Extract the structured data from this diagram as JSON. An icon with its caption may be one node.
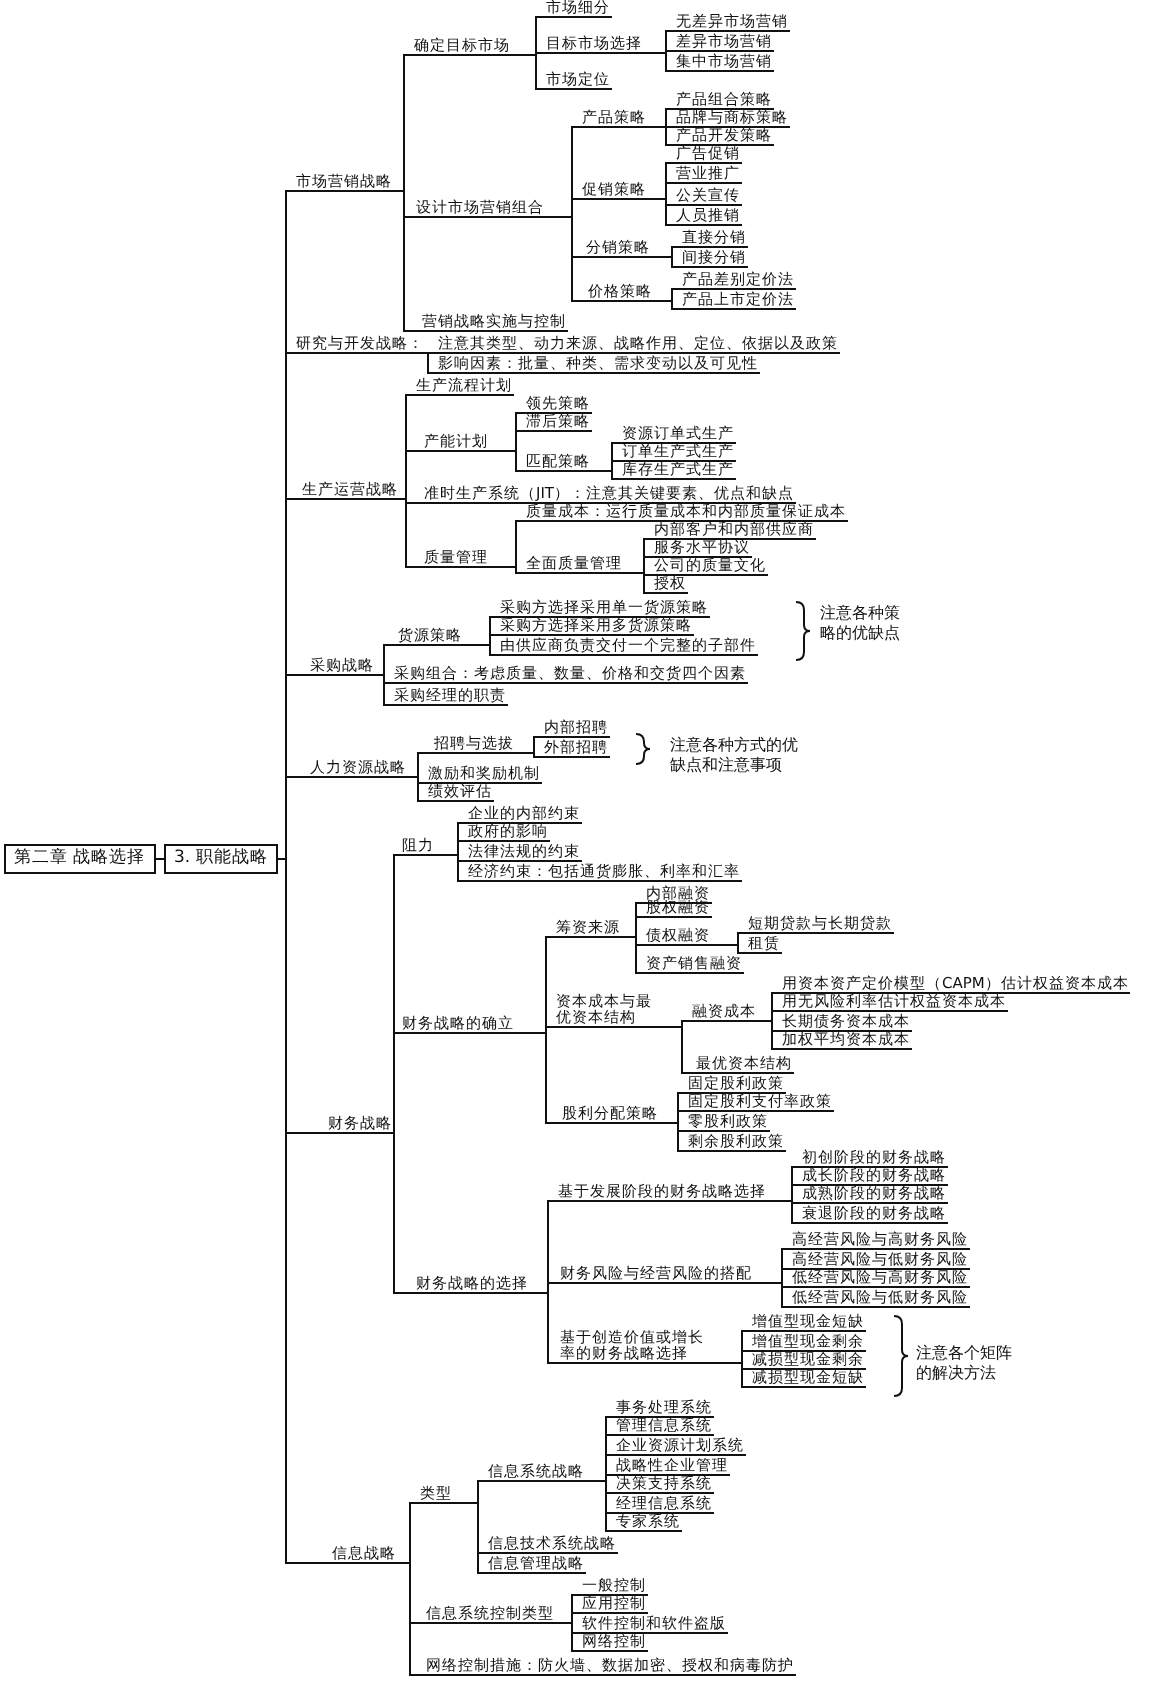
{
  "diagram": {
    "nodes": [
      {
        "text": [
          "第二章 战略选择"
        ]
      },
      {
        "text": [
          "3. 职能战略"
        ]
      },
      {
        "text": [
          "市场营销战略"
        ]
      },
      {
        "text": [
          "确定目标市场"
        ]
      },
      {
        "text": [
          "市场细分"
        ]
      },
      {
        "text": [
          "目标市场选择"
        ]
      },
      {
        "text": [
          "无差异市场营销"
        ]
      },
      {
        "text": [
          "差异市场营销"
        ]
      },
      {
        "text": [
          "集中市场营销"
        ]
      },
      {
        "text": [
          "市场定位"
        ]
      },
      {
        "text": [
          "设计市场营销组合"
        ]
      },
      {
        "text": [
          "产品策略"
        ]
      },
      {
        "text": [
          "产品组合策略"
        ]
      },
      {
        "text": [
          "品牌与商标策略"
        ]
      },
      {
        "text": [
          "产品开发策略"
        ]
      },
      {
        "text": [
          "促销策略"
        ]
      },
      {
        "text": [
          "广告促销"
        ]
      },
      {
        "text": [
          "营业推广"
        ]
      },
      {
        "text": [
          "公关宣传"
        ]
      },
      {
        "text": [
          "人员推销"
        ]
      },
      {
        "text": [
          "分销策略"
        ]
      },
      {
        "text": [
          "直接分销"
        ]
      },
      {
        "text": [
          "间接分销"
        ]
      },
      {
        "text": [
          "价格策略"
        ]
      },
      {
        "text": [
          "产品差别定价法"
        ]
      },
      {
        "text": [
          "产品上市定价法"
        ]
      },
      {
        "text": [
          "营销战略实施与控制"
        ]
      },
      {
        "text": [
          "研究与开发战略："
        ]
      },
      {
        "text": [
          "注意其类型、动力来源、战略作用、定位、依据以及政策"
        ]
      },
      {
        "text": [
          "影响因素：批量、种类、需求变动以及可见性"
        ]
      },
      {
        "text": [
          "生产运营战略"
        ]
      },
      {
        "text": [
          "生产流程计划"
        ]
      },
      {
        "text": [
          "产能计划"
        ]
      },
      {
        "text": [
          "领先策略"
        ]
      },
      {
        "text": [
          "滞后策略"
        ]
      },
      {
        "text": [
          "匹配策略"
        ]
      },
      {
        "text": [
          "资源订单式生产"
        ]
      },
      {
        "text": [
          "订单生产式生产"
        ]
      },
      {
        "text": [
          "库存生产式生产"
        ]
      },
      {
        "text": [
          "准时生产系统（JIT）：注意其关键要素、优点和缺点"
        ]
      },
      {
        "text": [
          "质量管理"
        ]
      },
      {
        "text": [
          "质量成本：运行质量成本和内部质量保证成本"
        ]
      },
      {
        "text": [
          "全面质量管理"
        ]
      },
      {
        "text": [
          "内部客户和内部供应商"
        ]
      },
      {
        "text": [
          "服务水平协议"
        ]
      },
      {
        "text": [
          "公司的质量文化"
        ]
      },
      {
        "text": [
          "授权"
        ]
      },
      {
        "text": [
          "采购战略"
        ]
      },
      {
        "text": [
          "货源策略"
        ]
      },
      {
        "text": [
          "采购方选择采用单一货源策略"
        ]
      },
      {
        "text": [
          "采购方选择采用多货源策略"
        ]
      },
      {
        "text": [
          "由供应商负责交付一个完整的子部件"
        ]
      },
      {
        "text": [
          "采购组合：考虑质量、数量、价格和交货四个因素"
        ]
      },
      {
        "text": [
          "采购经理的职责"
        ]
      },
      {
        "text": [
          "人力资源战略"
        ]
      },
      {
        "text": [
          "招聘与选拔"
        ]
      },
      {
        "text": [
          "内部招聘"
        ]
      },
      {
        "text": [
          "外部招聘"
        ]
      },
      {
        "text": [
          "激励和奖励机制"
        ]
      },
      {
        "text": [
          "绩效评估"
        ]
      },
      {
        "text": [
          "财务战略"
        ]
      },
      {
        "text": [
          "阻力"
        ]
      },
      {
        "text": [
          "企业的内部约束"
        ]
      },
      {
        "text": [
          "政府的影响"
        ]
      },
      {
        "text": [
          "法律法规的约束"
        ]
      },
      {
        "text": [
          "经济约束：包括通货膨胀、利率和汇率"
        ]
      },
      {
        "text": [
          "财务战略的确立"
        ]
      },
      {
        "text": [
          "筹资来源"
        ]
      },
      {
        "text": [
          "内部融资"
        ]
      },
      {
        "text": [
          "股权融资"
        ]
      },
      {
        "text": [
          "债权融资"
        ]
      },
      {
        "text": [
          "短期贷款与长期贷款"
        ]
      },
      {
        "text": [
          "租赁"
        ]
      },
      {
        "text": [
          "资产销售融资"
        ]
      },
      {
        "text": [
          "资本成本与最优资本结构"
        ]
      },
      {
        "text": [
          "融资成本"
        ]
      },
      {
        "text": [
          "用资本资产定价模型（CAPM）估计权益资本成本"
        ]
      },
      {
        "text": [
          "用无风险利率估计权益资本成本"
        ]
      },
      {
        "text": [
          "长期债务资本成本"
        ]
      },
      {
        "text": [
          "加权平均资本成本"
        ]
      },
      {
        "text": [
          "最优资本结构"
        ]
      },
      {
        "text": [
          "股利分配策略"
        ]
      },
      {
        "text": [
          "固定股利政策"
        ]
      },
      {
        "text": [
          "固定股利支付率政策"
        ]
      },
      {
        "text": [
          "零股利政策"
        ]
      },
      {
        "text": [
          "剩余股利政策"
        ]
      },
      {
        "text": [
          "财务战略的选择"
        ]
      },
      {
        "text": [
          "基于发展阶段的财务战略选择"
        ]
      },
      {
        "text": [
          "初创阶段的财务战略"
        ]
      },
      {
        "text": [
          "成长阶段的财务战略"
        ]
      },
      {
        "text": [
          "成熟阶段的财务战略"
        ]
      },
      {
        "text": [
          "衰退阶段的财务战略"
        ]
      },
      {
        "text": [
          "财务风险与经营风险的搭配"
        ]
      },
      {
        "text": [
          "高经营风险与高财务风险"
        ]
      },
      {
        "text": [
          "高经营风险与低财务风险"
        ]
      },
      {
        "text": [
          "低经营风险与高财务风险"
        ]
      },
      {
        "text": [
          "低经营风险与低财务风险"
        ]
      },
      {
        "text": [
          "基于创造价值或增长率的财务战略选择"
        ]
      },
      {
        "text": [
          "增值型现金短缺"
        ]
      },
      {
        "text": [
          "增值型现金剩余"
        ]
      },
      {
        "text": [
          "减损型现金剩余"
        ]
      },
      {
        "text": [
          "减损型现金短缺"
        ]
      },
      {
        "text": [
          "信息战略"
        ]
      },
      {
        "text": [
          "类型"
        ]
      },
      {
        "text": [
          "信息系统战略"
        ]
      },
      {
        "text": [
          "事务处理系统"
        ]
      },
      {
        "text": [
          "管理信息系统"
        ]
      },
      {
        "text": [
          "企业资源计划系统"
        ]
      },
      {
        "text": [
          "战略性企业管理"
        ]
      },
      {
        "text": [
          "决策支持系统"
        ]
      },
      {
        "text": [
          "经理信息系统"
        ]
      },
      {
        "text": [
          "专家系统"
        ]
      },
      {
        "text": [
          "信息技术系统战略"
        ]
      },
      {
        "text": [
          "信息管理战略"
        ]
      },
      {
        "text": [
          "信息系统控制类型"
        ]
      },
      {
        "text": [
          "一般控制"
        ]
      },
      {
        "text": [
          "应用控制"
        ]
      },
      {
        "text": [
          "软件控制和软件盗版"
        ]
      },
      {
        "text": [
          "网络控制"
        ]
      },
      {
        "text": [
          "网络控制措施：防火墙、数据加密、授权和病毒防护"
        ]
      }
    ],
    "edges": [
      {
        "from": 0,
        "to": 1,
        "arrow": "none"
      },
      {
        "from": 1,
        "to": 2,
        "arrow": "none"
      },
      {
        "from": 2,
        "to": 3,
        "arrow": "none"
      },
      {
        "from": 3,
        "to": 4,
        "arrow": "none"
      },
      {
        "from": 3,
        "to": 5,
        "arrow": "none"
      },
      {
        "from": 5,
        "to": 6,
        "arrow": "none"
      },
      {
        "from": 5,
        "to": 7,
        "arrow": "none"
      },
      {
        "from": 5,
        "to": 8,
        "arrow": "none"
      },
      {
        "from": 3,
        "to": 9,
        "arrow": "none"
      },
      {
        "from": 2,
        "to": 10,
        "arrow": "none"
      },
      {
        "from": 10,
        "to": 11,
        "arrow": "none"
      },
      {
        "from": 11,
        "to": 12,
        "arrow": "none"
      },
      {
        "from": 11,
        "to": 13,
        "arrow": "none"
      },
      {
        "from": 11,
        "to": 14,
        "arrow": "none"
      },
      {
        "from": 10,
        "to": 15,
        "arrow": "none"
      },
      {
        "from": 15,
        "to": 16,
        "arrow": "none"
      },
      {
        "from": 15,
        "to": 17,
        "arrow": "none"
      },
      {
        "from": 15,
        "to": 18,
        "arrow": "none"
      },
      {
        "from": 15,
        "to": 19,
        "arrow": "none"
      },
      {
        "from": 10,
        "to": 20,
        "arrow": "none"
      },
      {
        "from": 20,
        "to": 21,
        "arrow": "none"
      },
      {
        "from": 20,
        "to": 22,
        "arrow": "none"
      },
      {
        "from": 10,
        "to": 23,
        "arrow": "none"
      },
      {
        "from": 23,
        "to": 24,
        "arrow": "none"
      },
      {
        "from": 23,
        "to": 25,
        "arrow": "none"
      },
      {
        "from": 2,
        "to": 26,
        "arrow": "none"
      },
      {
        "from": 1,
        "to": 27,
        "arrow": "none"
      },
      {
        "from": 27,
        "to": 28,
        "arrow": "none"
      },
      {
        "from": 27,
        "to": 29,
        "arrow": "none"
      },
      {
        "from": 1,
        "to": 30,
        "arrow": "none"
      },
      {
        "from": 30,
        "to": 31,
        "arrow": "none"
      },
      {
        "from": 30,
        "to": 32,
        "arrow": "none"
      },
      {
        "from": 32,
        "to": 33,
        "arrow": "none"
      },
      {
        "from": 32,
        "to": 34,
        "arrow": "none"
      },
      {
        "from": 32,
        "to": 35,
        "arrow": "none"
      },
      {
        "from": 35,
        "to": 36,
        "arrow": "none"
      },
      {
        "from": 35,
        "to": 37,
        "arrow": "none"
      },
      {
        "from": 35,
        "to": 38,
        "arrow": "none"
      },
      {
        "from": 30,
        "to": 39,
        "arrow": "none"
      },
      {
        "from": 30,
        "to": 40,
        "arrow": "none"
      },
      {
        "from": 40,
        "to": 41,
        "arrow": "none"
      },
      {
        "from": 40,
        "to": 42,
        "arrow": "none"
      },
      {
        "from": 42,
        "to": 43,
        "arrow": "none"
      },
      {
        "from": 42,
        "to": 44,
        "arrow": "none"
      },
      {
        "from": 42,
        "to": 45,
        "arrow": "none"
      },
      {
        "from": 42,
        "to": 46,
        "arrow": "none"
      },
      {
        "from": 1,
        "to": 47,
        "arrow": "none"
      },
      {
        "from": 47,
        "to": 48,
        "arrow": "none"
      },
      {
        "from": 48,
        "to": 49,
        "arrow": "none"
      },
      {
        "from": 48,
        "to": 50,
        "arrow": "none"
      },
      {
        "from": 48,
        "to": 51,
        "arrow": "none"
      },
      {
        "from": 47,
        "to": 52,
        "arrow": "none"
      },
      {
        "from": 47,
        "to": 53,
        "arrow": "none"
      },
      {
        "from": 1,
        "to": 54,
        "arrow": "none"
      },
      {
        "from": 54,
        "to": 55,
        "arrow": "none"
      },
      {
        "from": 55,
        "to": 56,
        "arrow": "none"
      },
      {
        "from": 55,
        "to": 57,
        "arrow": "none"
      },
      {
        "from": 54,
        "to": 58,
        "arrow": "none"
      },
      {
        "from": 54,
        "to": 59,
        "arrow": "none"
      },
      {
        "from": 1,
        "to": 60,
        "arrow": "none"
      },
      {
        "from": 60,
        "to": 61,
        "arrow": "none"
      },
      {
        "from": 61,
        "to": 62,
        "arrow": "none"
      },
      {
        "from": 61,
        "to": 63,
        "arrow": "none"
      },
      {
        "from": 61,
        "to": 64,
        "arrow": "none"
      },
      {
        "from": 61,
        "to": 65,
        "arrow": "none"
      },
      {
        "from": 60,
        "to": 66,
        "arrow": "none"
      },
      {
        "from": 66,
        "to": 67,
        "arrow": "none"
      },
      {
        "from": 67,
        "to": 68,
        "arrow": "none"
      },
      {
        "from": 67,
        "to": 69,
        "arrow": "none"
      },
      {
        "from": 67,
        "to": 70,
        "arrow": "none"
      },
      {
        "from": 70,
        "to": 71,
        "arrow": "none"
      },
      {
        "from": 70,
        "to": 72,
        "arrow": "none"
      },
      {
        "from": 67,
        "to": 73,
        "arrow": "none"
      },
      {
        "from": 66,
        "to": 74,
        "arrow": "none"
      },
      {
        "from": 74,
        "to": 75,
        "arrow": "none"
      },
      {
        "from": 75,
        "to": 76,
        "arrow": "none"
      },
      {
        "from": 75,
        "to": 77,
        "arrow": "none"
      },
      {
        "from": 75,
        "to": 78,
        "arrow": "none"
      },
      {
        "from": 75,
        "to": 79,
        "arrow": "none"
      },
      {
        "from": 74,
        "to": 80,
        "arrow": "none"
      },
      {
        "from": 66,
        "to": 81,
        "arrow": "none"
      },
      {
        "from": 81,
        "to": 82,
        "arrow": "none"
      },
      {
        "from": 81,
        "to": 83,
        "arrow": "none"
      },
      {
        "from": 81,
        "to": 84,
        "arrow": "none"
      },
      {
        "from": 81,
        "to": 85,
        "arrow": "none"
      },
      {
        "from": 60,
        "to": 86,
        "arrow": "none"
      },
      {
        "from": 86,
        "to": 87,
        "arrow": "none"
      },
      {
        "from": 87,
        "to": 88,
        "arrow": "none"
      },
      {
        "from": 87,
        "to": 89,
        "arrow": "none"
      },
      {
        "from": 87,
        "to": 90,
        "arrow": "none"
      },
      {
        "from": 87,
        "to": 91,
        "arrow": "none"
      },
      {
        "from": 86,
        "to": 92,
        "arrow": "none"
      },
      {
        "from": 92,
        "to": 93,
        "arrow": "none"
      },
      {
        "from": 92,
        "to": 94,
        "arrow": "none"
      },
      {
        "from": 92,
        "to": 95,
        "arrow": "none"
      },
      {
        "from": 92,
        "to": 96,
        "arrow": "none"
      },
      {
        "from": 86,
        "to": 97,
        "arrow": "none"
      },
      {
        "from": 97,
        "to": 98,
        "arrow": "none"
      },
      {
        "from": 97,
        "to": 99,
        "arrow": "none"
      },
      {
        "from": 97,
        "to": 100,
        "arrow": "none"
      },
      {
        "from": 97,
        "to": 101,
        "arrow": "none"
      },
      {
        "from": 1,
        "to": 102,
        "arrow": "none"
      },
      {
        "from": 102,
        "to": 103,
        "arrow": "none"
      },
      {
        "from": 103,
        "to": 104,
        "arrow": "none"
      },
      {
        "from": 104,
        "to": 105,
        "arrow": "none"
      },
      {
        "from": 104,
        "to": 106,
        "arrow": "none"
      },
      {
        "from": 104,
        "to": 107,
        "arrow": "none"
      },
      {
        "from": 104,
        "to": 108,
        "arrow": "none"
      },
      {
        "from": 104,
        "to": 109,
        "arrow": "none"
      },
      {
        "from": 104,
        "to": 110,
        "arrow": "none"
      },
      {
        "from": 104,
        "to": 111,
        "arrow": "none"
      },
      {
        "from": 103,
        "to": 112,
        "arrow": "none"
      },
      {
        "from": 103,
        "to": 113,
        "arrow": "none"
      },
      {
        "from": 102,
        "to": 114,
        "arrow": "none"
      },
      {
        "from": 114,
        "to": 115,
        "arrow": "none"
      },
      {
        "from": 114,
        "to": 116,
        "arrow": "none"
      },
      {
        "from": 114,
        "to": 117,
        "arrow": "none"
      },
      {
        "from": 114,
        "to": 118,
        "arrow": "none"
      },
      {
        "from": 102,
        "to": 119,
        "arrow": "none"
      }
    ],
    "labels": [
      "注意各种策略的优缺点",
      "注意各种方式的优缺点和注意事项",
      "注意各个矩阵的解决方法"
    ]
  }
}
